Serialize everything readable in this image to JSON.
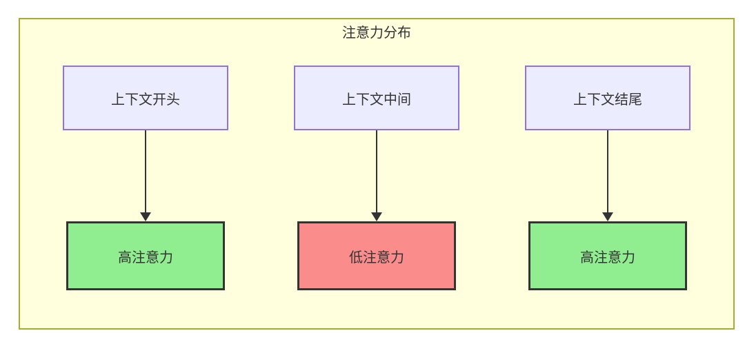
{
  "diagram": {
    "title": "注意力分布",
    "columns": [
      {
        "source": "上下文开头",
        "target": "高注意力",
        "level": "high"
      },
      {
        "source": "上下文中间",
        "target": "低注意力",
        "level": "low"
      },
      {
        "source": "上下文结尾",
        "target": "高注意力",
        "level": "high"
      }
    ],
    "colors": {
      "container_fill": "#ffffde",
      "container_border": "#aaaa33",
      "top_box_fill": "#ECECFF",
      "top_box_border": "#9370DB",
      "high_fill": "#90EE90",
      "low_fill": "#FA8C8C",
      "box_border_dark": "#333333",
      "arrow": "#333333",
      "text": "#333333"
    }
  }
}
